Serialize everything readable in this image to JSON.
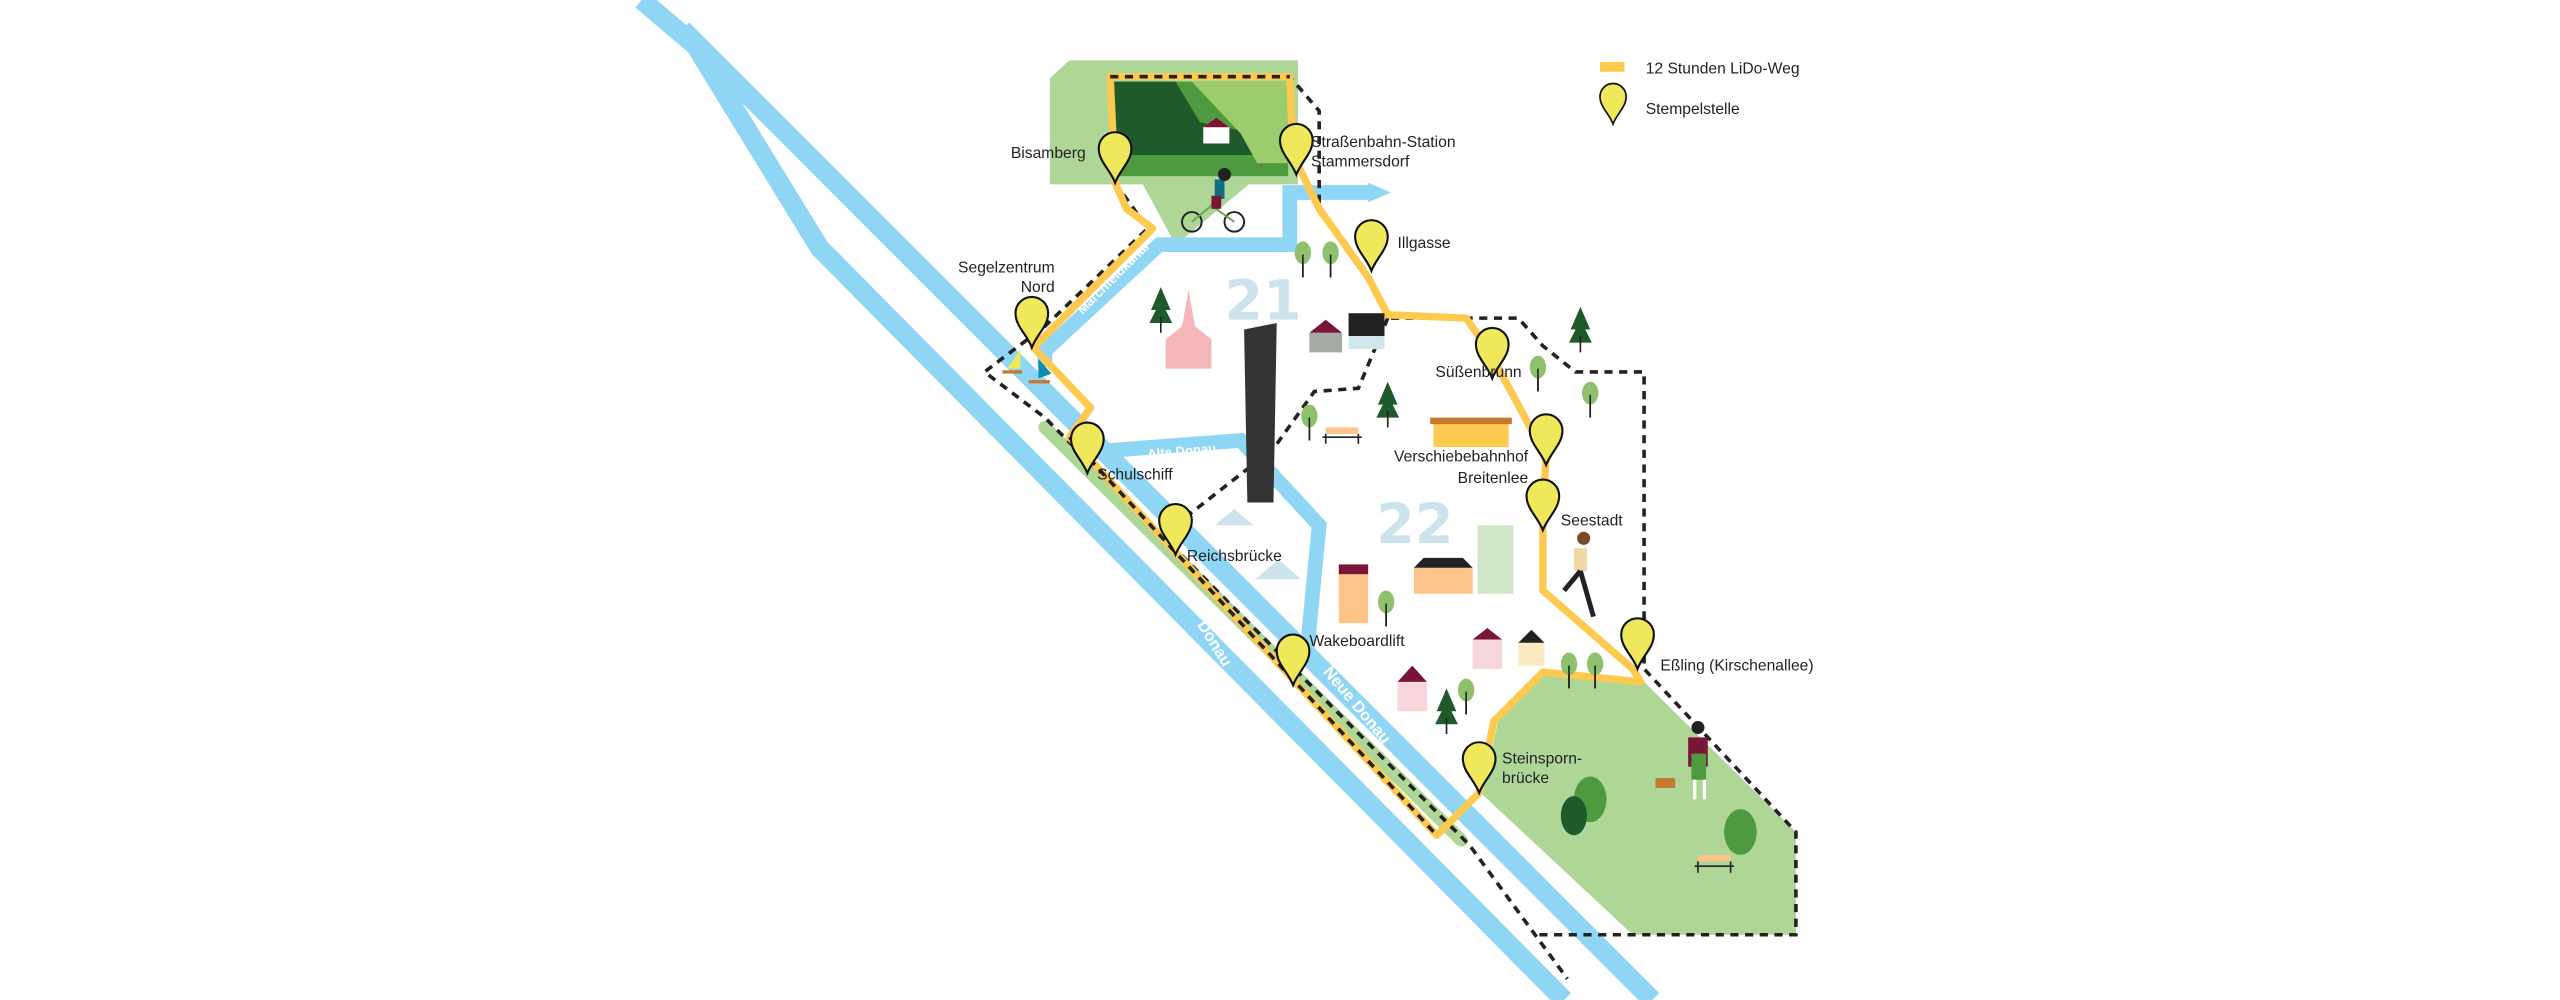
{
  "legend": {
    "route_label": "12 Stunden LiDo-Weg",
    "stamp_label": "Stempelstelle"
  },
  "stations": [
    {
      "name": "Bisamberg"
    },
    {
      "name_line1": "Straßenbahn-Station",
      "name_line2": "Stammersdorf"
    },
    {
      "name": "Illgasse"
    },
    {
      "name_line1": "Segelzentrum",
      "name_line2": "Nord"
    },
    {
      "name": "Süßenbrunn"
    },
    {
      "name_line1": "Verschiebebahnhof",
      "name_line2": "Breitenlee"
    },
    {
      "name": "Schulschiff"
    },
    {
      "name": "Seestadt"
    },
    {
      "name": "Reichsbrücke"
    },
    {
      "name": "Wakeboardlift"
    },
    {
      "name": "Eßling (Kirschenallee)"
    },
    {
      "name_line1": "Steinsporn-",
      "name_line2": "brücke"
    }
  ],
  "rivers": {
    "donau": "Donau",
    "neue_donau": "Neue Donau",
    "alte_donau": "Alte Donau",
    "marchfeldkanal": "Marchfeldkanal"
  },
  "districts": [
    "21",
    "22"
  ],
  "colors": {
    "route": "#fdc94e",
    "pin": "#eee85a",
    "water": "#8fd6f5",
    "park": "#aed696",
    "forest": "#1e5a2a"
  },
  "icons": [
    "map-pin-icon",
    "tree-icon",
    "house-icon",
    "church-icon",
    "bench-icon",
    "cyclist-icon",
    "runner-icon",
    "dog-walker-icon",
    "sailboat-icon",
    "tower-icon"
  ]
}
